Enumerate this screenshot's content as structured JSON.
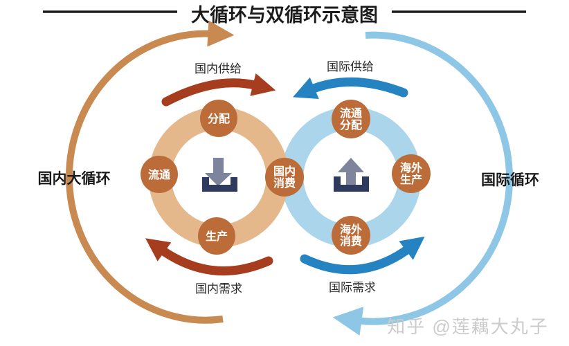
{
  "title": {
    "text": "大循环与双循环示意图"
  },
  "left_loop": {
    "label": "国内大循环"
  },
  "right_loop": {
    "label": "国际循环"
  },
  "flows": {
    "domestic_supply": "国内供给",
    "international_supply": "国际供给",
    "domestic_demand": "国内需求",
    "international_demand": "国际需求"
  },
  "domestic_cycle": {
    "distribution": "分配",
    "circulation": "流通",
    "production": "生产"
  },
  "junction": {
    "line1": "国内",
    "line2": "消费"
  },
  "international_cycle": {
    "circulation_distribution": {
      "line1": "流通",
      "line2": "分配"
    },
    "overseas_production": {
      "line1": "海外",
      "line2": "生产"
    },
    "overseas_consumption": {
      "line1": "海外",
      "line2": "消费"
    }
  },
  "icons": {
    "domestic_center": "download-icon",
    "international_center": "upload-icon"
  },
  "watermark": {
    "text": "知乎 @莲藕大丸子"
  },
  "colors": {
    "domestic_ring": "#e4b88b",
    "international_ring": "#aad5eb",
    "node_circle": "#bc6c38",
    "domestic_flow_arrow": "#a63d1e",
    "international_flow_arrow": "#2583c2",
    "domestic_loop_arrow": "#c98a52",
    "international_loop_arrow": "#8ec7e5",
    "icon_tray": "#2e3a5e",
    "icon_arrow": "#7e849c"
  }
}
